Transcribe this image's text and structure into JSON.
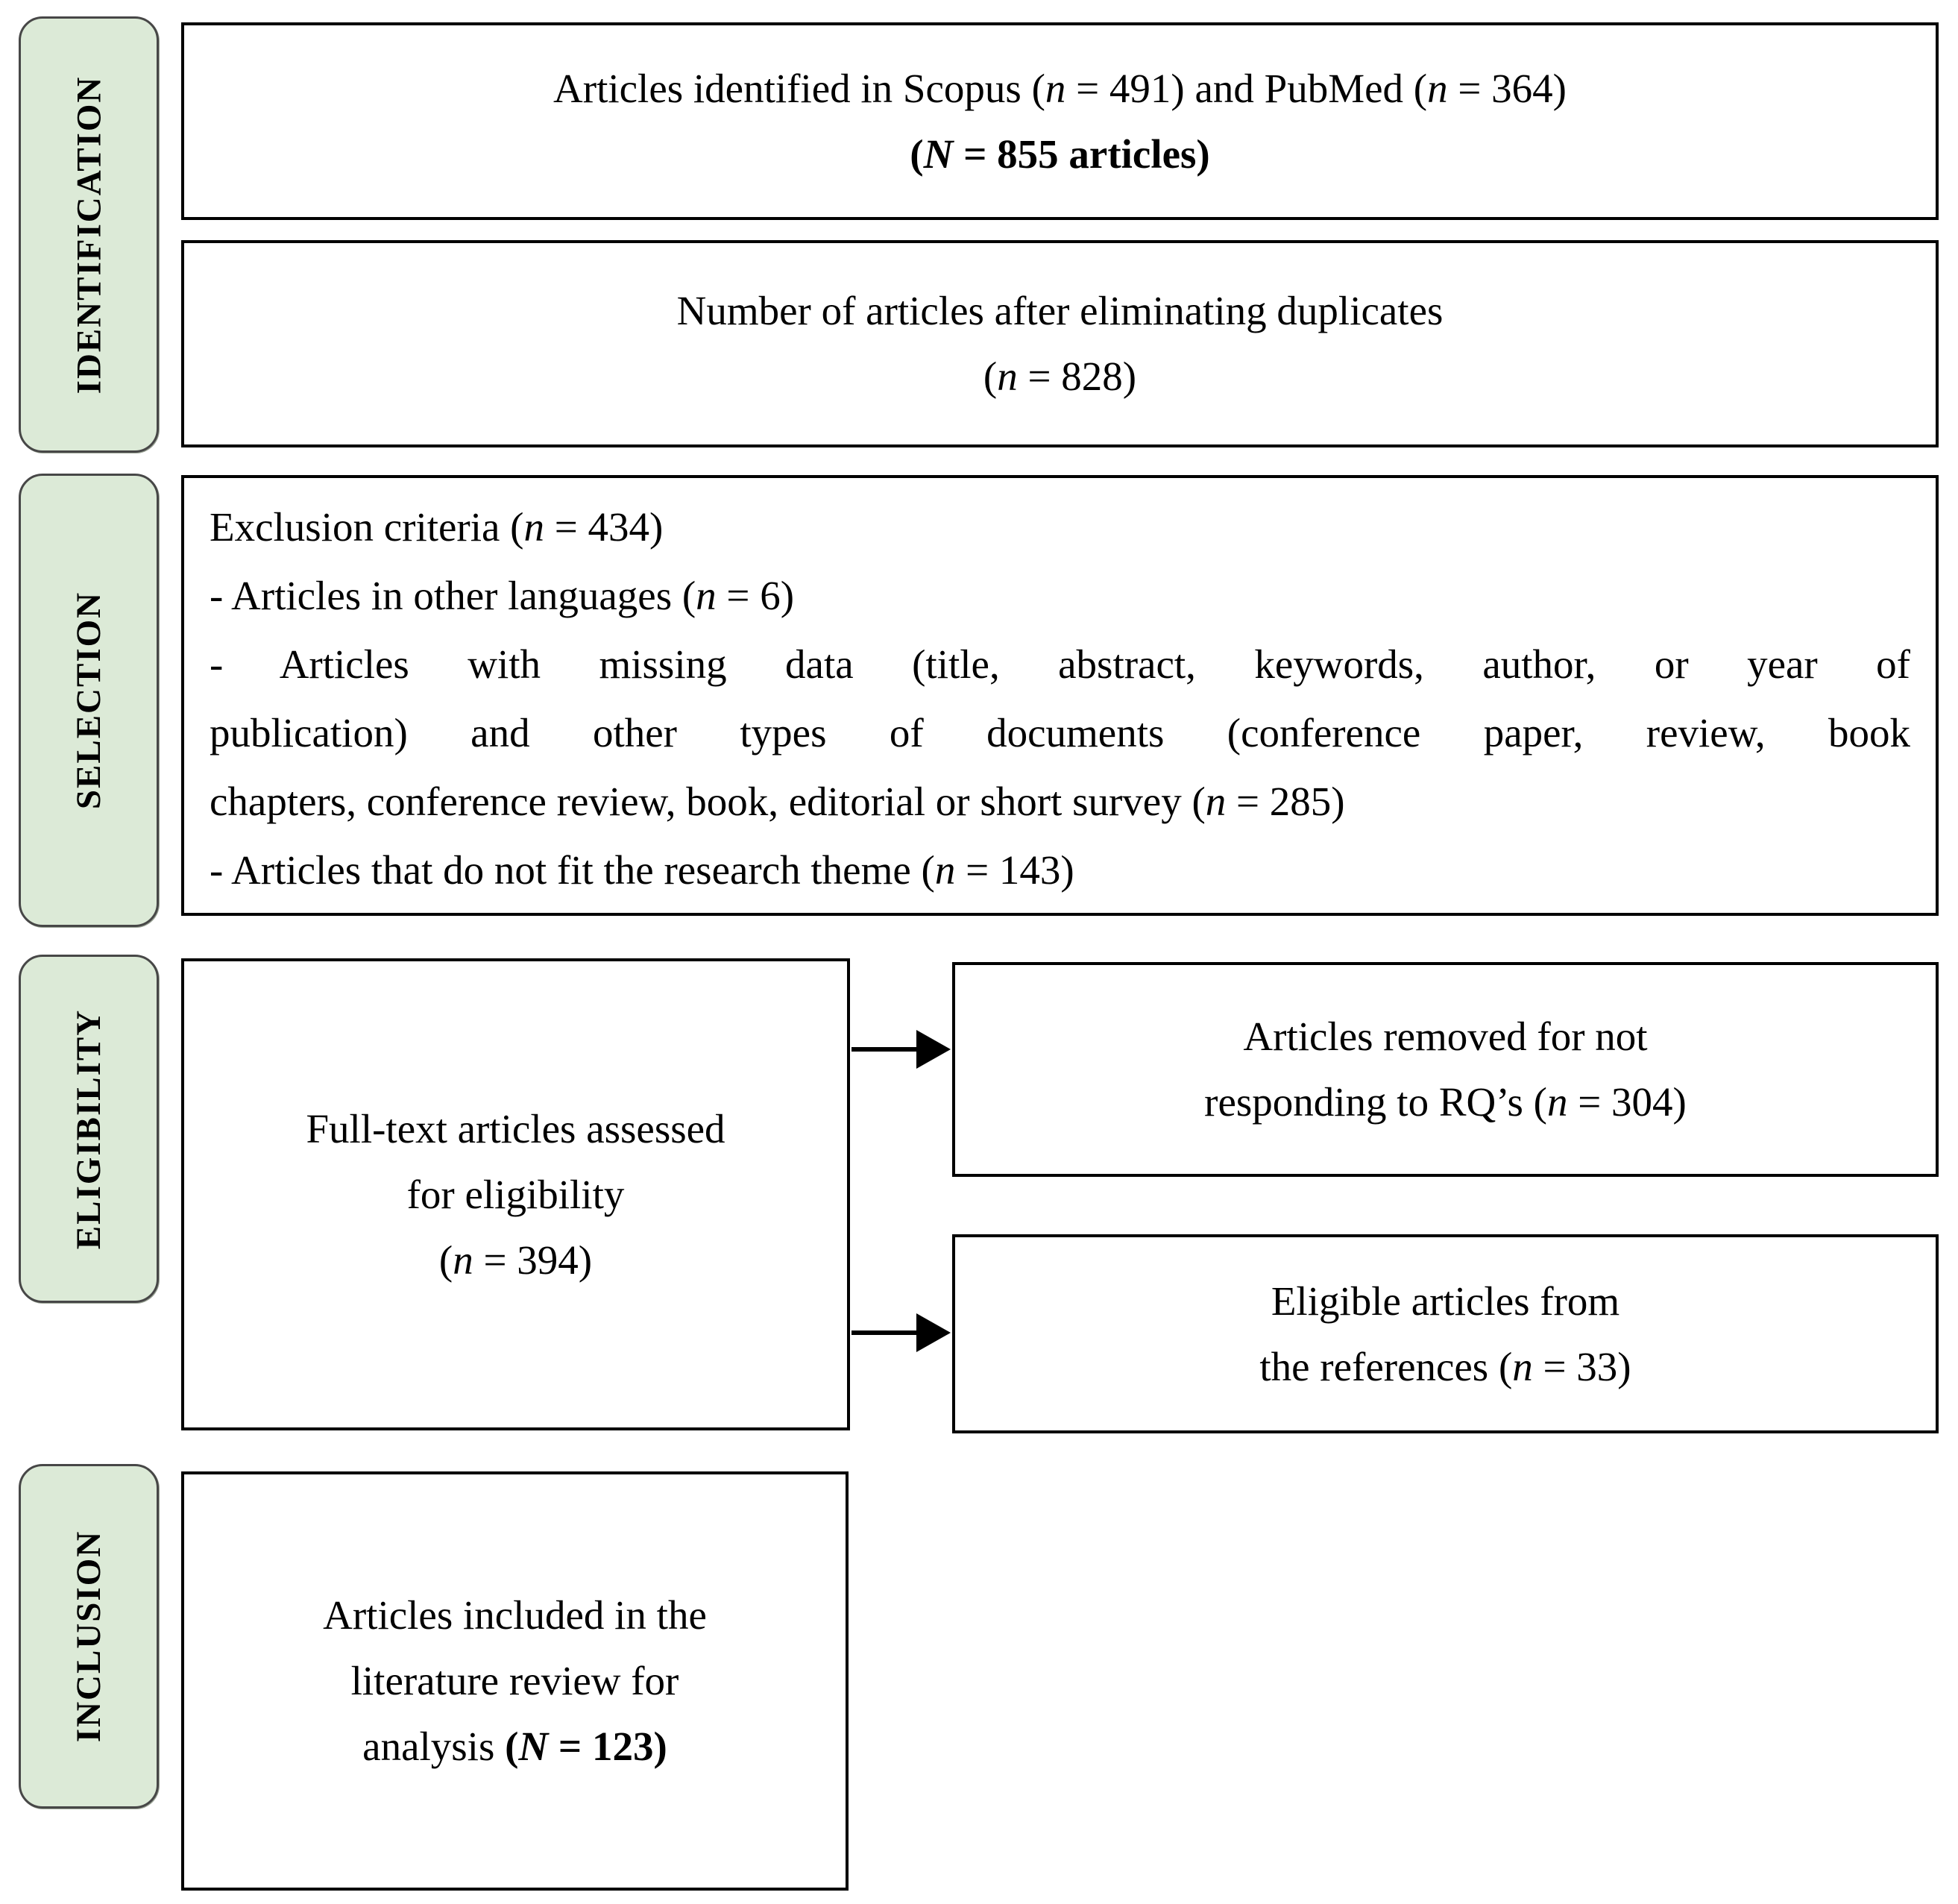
{
  "figure": {
    "colors": {
      "stage_fill": "#dcead7",
      "stage_border": "#474747",
      "box_border": "#000000",
      "text": "#000000",
      "background": "#ffffff"
    },
    "stages": [
      {
        "label": "IDENTIFICATION"
      },
      {
        "label": "SELECTION"
      },
      {
        "label": "ELIGIBILITY"
      },
      {
        "label": "INCLUSION"
      }
    ],
    "boxes": {
      "identified": {
        "lines": [
          {
            "segs": [
              {
                "t": "Articles identified in Scopus ("
              },
              {
                "t": "n",
                "i": 1
              },
              {
                "t": " = 491) and PubMed ("
              },
              {
                "t": "n",
                "i": 1
              },
              {
                "t": " = 364)"
              }
            ]
          },
          {
            "segs": [
              {
                "t": "(",
                "b": 1
              },
              {
                "t": "N",
                "b": 1,
                "i": 1
              },
              {
                "t": " = 855 articles)",
                "b": 1
              }
            ]
          }
        ]
      },
      "deduplicated": {
        "lines": [
          {
            "segs": [
              {
                "t": "Number of articles after eliminating duplicates"
              }
            ]
          },
          {
            "segs": [
              {
                "t": "("
              },
              {
                "t": "n",
                "i": 1
              },
              {
                "t": " = 828)"
              }
            ]
          }
        ]
      },
      "exclusion": {
        "lines": [
          {
            "segs": [
              {
                "t": "Exclusion criteria ("
              },
              {
                "t": "n",
                "i": 1
              },
              {
                "t": " = 434)"
              }
            ]
          },
          {
            "segs": [
              {
                "t": "- Articles in other languages ("
              },
              {
                "t": "n",
                "i": 1
              },
              {
                "t": " = 6)"
              }
            ]
          },
          {
            "j": 1,
            "segs": [
              {
                "t": "- Articles with missing data (title, abstract, keywords, author, or year of"
              }
            ]
          },
          {
            "j": 1,
            "segs": [
              {
                "t": "publication) and other types of documents (conference paper, review, book"
              }
            ]
          },
          {
            "segs": [
              {
                "t": "chapters, conference review, book, editorial or short survey ("
              },
              {
                "t": "n",
                "i": 1
              },
              {
                "t": " = 285)"
              }
            ]
          },
          {
            "segs": [
              {
                "t": "- Articles that do not fit the research theme ("
              },
              {
                "t": "n",
                "i": 1
              },
              {
                "t": " = 143)"
              }
            ]
          }
        ]
      },
      "fulltext": {
        "lines": [
          {
            "segs": [
              {
                "t": "Full-text articles assessed"
              }
            ]
          },
          {
            "segs": [
              {
                "t": "for eligibility"
              }
            ]
          },
          {
            "segs": [
              {
                "t": "("
              },
              {
                "t": "n",
                "i": 1
              },
              {
                "t": " = 394)"
              }
            ]
          }
        ]
      },
      "removed": {
        "lines": [
          {
            "segs": [
              {
                "t": "Articles removed for not"
              }
            ]
          },
          {
            "segs": [
              {
                "t": "responding to RQ’s ("
              },
              {
                "t": "n",
                "i": 1
              },
              {
                "t": " = 304)"
              }
            ]
          }
        ]
      },
      "references": {
        "lines": [
          {
            "segs": [
              {
                "t": "Eligible articles from"
              }
            ]
          },
          {
            "segs": [
              {
                "t": "the references ("
              },
              {
                "t": "n",
                "i": 1
              },
              {
                "t": " = 33)"
              }
            ]
          }
        ]
      },
      "included": {
        "lines": [
          {
            "segs": [
              {
                "t": "Articles included in the"
              }
            ]
          },
          {
            "segs": [
              {
                "t": "literature review for"
              }
            ]
          },
          {
            "segs": [
              {
                "t": "analysis "
              },
              {
                "t": "(",
                "b": 1
              },
              {
                "t": "N",
                "b": 1,
                "i": 1
              },
              {
                "t": " = 123)",
                "b": 1
              }
            ]
          }
        ]
      }
    }
  }
}
